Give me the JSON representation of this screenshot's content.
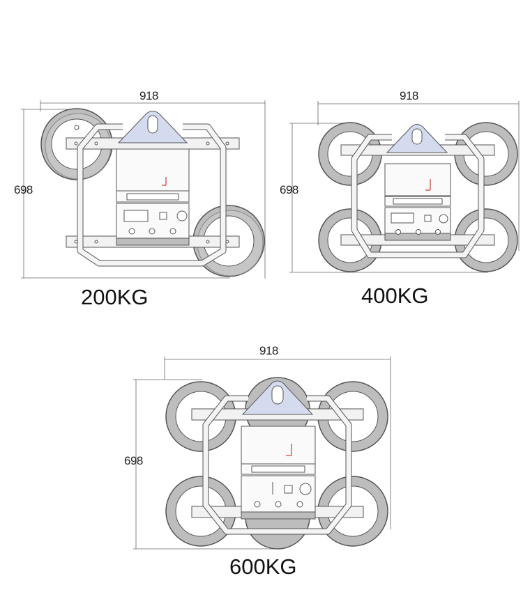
{
  "title": "Vacuum lifter dimension drawings",
  "colors": {
    "pad_ring": "#b9b9b9",
    "pad_ring_dark": "#5f5f5f",
    "lifting_plate": "#d5dbef",
    "frame": "#f4f4f4",
    "outline": "#555555",
    "axis_marker": "#d23a2a",
    "dimension_line": "#666666"
  },
  "panels": [
    {
      "id": "200kg",
      "width_dim": "918",
      "height_dim": "698",
      "label": "200KG",
      "pad_count": 2
    },
    {
      "id": "400kg",
      "width_dim": "918",
      "height_dim": "698",
      "label": "400KG",
      "pad_count": 4
    },
    {
      "id": "600kg",
      "width_dim": "918",
      "height_dim": "698",
      "label": "600KG",
      "pad_count": 6
    }
  ]
}
